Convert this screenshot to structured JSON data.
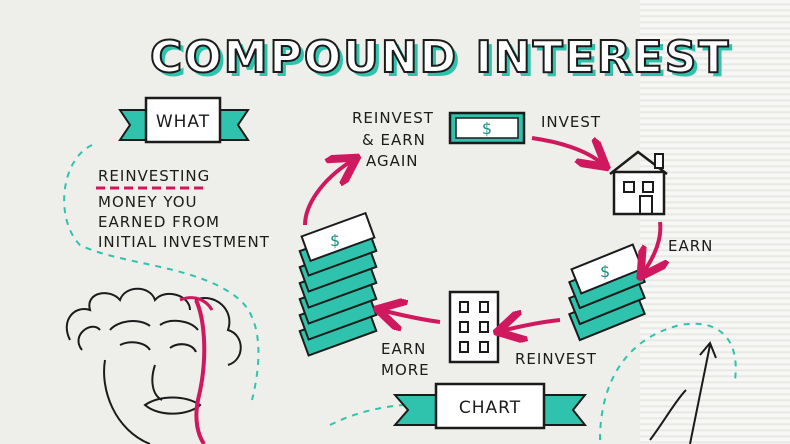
{
  "title": "COMPOUND INTEREST",
  "what_banner": {
    "label": "WHAT"
  },
  "definition": {
    "term": "REINVESTING",
    "lines": [
      "MONEY YOU",
      "EARNED FROM",
      "INITIAL INVESTMENT"
    ]
  },
  "cycle": {
    "reinvest_earn_again": [
      "REINVEST",
      "& EARN",
      "AGAIN"
    ],
    "invest": "INVEST",
    "earn": "EARN",
    "reinvest": "REINVEST",
    "earn_more": [
      "EARN",
      "MORE"
    ]
  },
  "chart_banner": {
    "label": "CHART"
  },
  "colors": {
    "accent": "#2fc3ad",
    "arrow": "#d0185e",
    "ink": "#1b1b1b"
  }
}
